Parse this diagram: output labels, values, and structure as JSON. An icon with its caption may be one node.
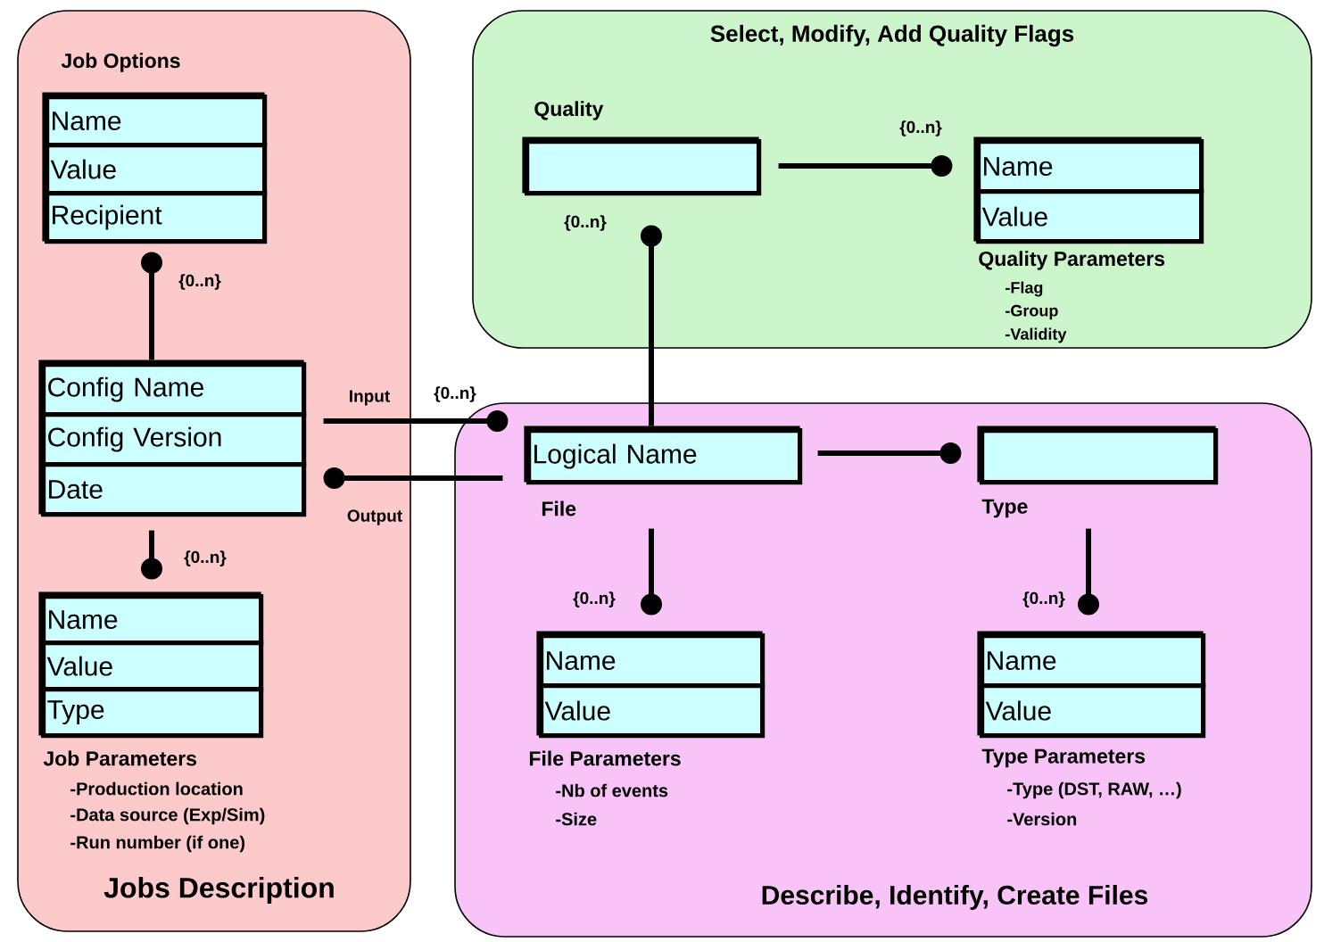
{
  "diagram": {
    "nodes": [
      {
        "text": [
          "Jobs Description"
        ]
      },
      {
        "text": [
          "Name",
          "Value",
          "Recipient"
        ],
        "beside": [
          "Job Options"
        ],
        "in": 0
      },
      {
        "text": [
          "Config Name",
          "Config Version",
          "Date"
        ],
        "in": 0
      },
      {
        "text": [
          "Name",
          "Value",
          "Type"
        ],
        "beside": [
          "Job Parameters",
          "-Production location",
          "-Data source (Exp/Sim)",
          "-Run number (if one)"
        ],
        "in": 0
      },
      {
        "text": [
          "Select, Modify, Add Quality Flags"
        ]
      },
      {
        "text": [],
        "shape": "box",
        "beside": [
          "Quality"
        ],
        "in": 4
      },
      {
        "text": [
          "Name",
          "Value"
        ],
        "beside": [
          "Quality Parameters",
          "-Flag",
          "-Group",
          "-Validity"
        ],
        "in": 4
      },
      {
        "text": [
          "Describe, Identify, Create Files"
        ]
      },
      {
        "text": [
          "Logical Name"
        ],
        "beside": [
          "File"
        ],
        "in": 7
      },
      {
        "text": [],
        "shape": "box",
        "beside": [
          "Type"
        ],
        "in": 7
      },
      {
        "text": [
          "Name",
          "Value"
        ],
        "beside": [
          "File Parameters",
          "-Nb of events",
          "-Size"
        ],
        "in": 7
      },
      {
        "text": [
          "Name",
          "Value"
        ],
        "beside": [
          "Type Parameters",
          "-Type (DST, RAW, …)",
          "-Version"
        ],
        "in": 7
      }
    ],
    "edges": [
      {
        "from": 2,
        "to": 1,
        "arrow": "other",
        "label": "{0..n}"
      },
      {
        "from": 2,
        "to": 3,
        "arrow": "other",
        "label": "{0..n}"
      },
      {
        "from": 2,
        "to": 8,
        "arrow": "other",
        "label": "Input"
      },
      {
        "from": 8,
        "to": 2,
        "arrow": "other",
        "label": "Output"
      },
      {
        "from": 5,
        "to": 6,
        "arrow": "other",
        "label": "{0..n}"
      },
      {
        "from": 8,
        "to": 5,
        "arrow": "other",
        "label": "{0..n}"
      },
      {
        "from": 8,
        "to": 9,
        "arrow": "other"
      },
      {
        "from": 8,
        "to": 10,
        "arrow": "other",
        "label": "{0..n}"
      },
      {
        "from": 9,
        "to": 11,
        "arrow": "other",
        "label": "{0..n}"
      }
    ],
    "labels": [
      "{0..n}"
    ]
  }
}
